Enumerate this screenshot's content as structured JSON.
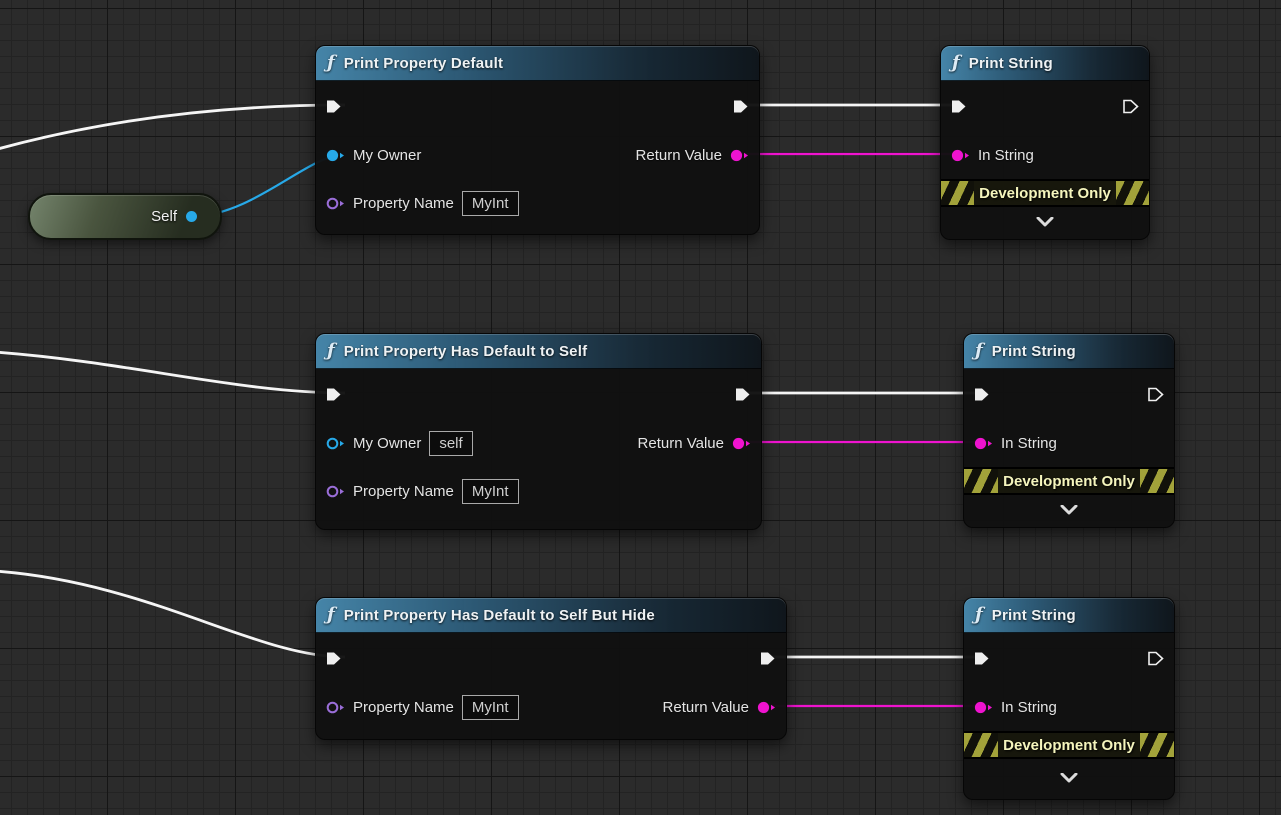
{
  "graph": {
    "self_node": {
      "label": "Self"
    },
    "icons": {
      "function": "ƒ"
    },
    "function_nodes": [
      {
        "title": "Print Property Default",
        "my_owner_label": "My Owner",
        "property_name_label": "Property Name",
        "property_name_value": "MyInt",
        "return_value_label": "Return Value"
      },
      {
        "title": "Print Property Has Default to Self",
        "my_owner_label": "My Owner",
        "my_owner_value": "self",
        "property_name_label": "Property Name",
        "property_name_value": "MyInt",
        "return_value_label": "Return Value"
      },
      {
        "title": "Print Property Has Default to Self But Hide",
        "property_name_label": "Property Name",
        "property_name_value": "MyInt",
        "return_value_label": "Return Value"
      }
    ],
    "print_string_nodes": [
      {
        "title": "Print String",
        "in_string_label": "In String",
        "dev_only_label": "Development Only"
      },
      {
        "title": "Print String",
        "in_string_label": "In String",
        "dev_only_label": "Development Only"
      },
      {
        "title": "Print String",
        "in_string_label": "In String",
        "dev_only_label": "Development Only"
      }
    ]
  },
  "colors": {
    "exec_wire": "#f5f5f5",
    "string_pin": "#ef13cf",
    "object_pin": "#27a9e8",
    "name_pin": "#9a6ed8",
    "header_blue": "#488aaf",
    "dev_stripe": "#a2a23a",
    "self_node_green": "#4a553f"
  }
}
